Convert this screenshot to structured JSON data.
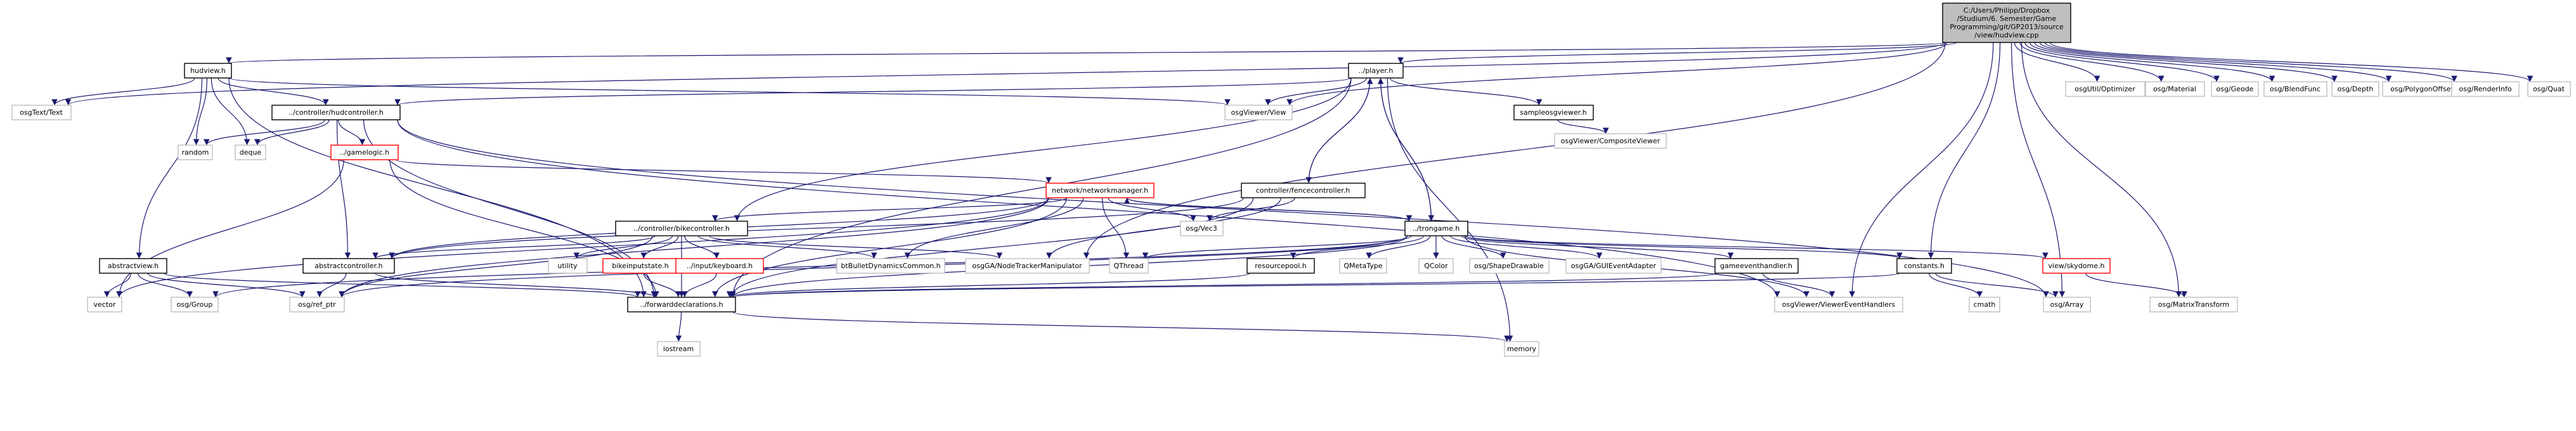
{
  "diagram": {
    "type": "include-dependency-graph",
    "nodes": [
      {
        "id": "root",
        "lines": [
          "C:/Users/Philipp/Dropbox",
          "/Studium/6. Semester/Game",
          "Programming/git/GP2013/source",
          "/view/hudview.cpp"
        ],
        "kind": "root"
      },
      {
        "id": "hudview_h",
        "lines": [
          "hudview.h"
        ],
        "kind": "local"
      },
      {
        "id": "player_h",
        "lines": [
          "../player.h"
        ],
        "kind": "local"
      },
      {
        "id": "osgText",
        "lines": [
          "osgText/Text"
        ],
        "kind": "sys"
      },
      {
        "id": "hudcontroller",
        "lines": [
          "../controller/hudcontroller.h"
        ],
        "kind": "local"
      },
      {
        "id": "osgViewer_View",
        "lines": [
          "osgViewer/View"
        ],
        "kind": "sys"
      },
      {
        "id": "sampleosgviewer",
        "lines": [
          "sampleosgviewer.h"
        ],
        "kind": "local"
      },
      {
        "id": "compositeviewer",
        "lines": [
          "osgViewer/CompositeViewer"
        ],
        "kind": "sys"
      },
      {
        "id": "random",
        "lines": [
          "random"
        ],
        "kind": "sys"
      },
      {
        "id": "deque",
        "lines": [
          "deque"
        ],
        "kind": "sys"
      },
      {
        "id": "gamelogic",
        "lines": [
          "../gamelogic.h"
        ],
        "kind": "trunc"
      },
      {
        "id": "networkmanager",
        "lines": [
          "network/networkmanager.h"
        ],
        "kind": "trunc"
      },
      {
        "id": "fencecontroller",
        "lines": [
          "controller/fencecontroller.h"
        ],
        "kind": "local"
      },
      {
        "id": "osgVec3",
        "lines": [
          "osg/Vec3"
        ],
        "kind": "sys"
      },
      {
        "id": "bikecontroller",
        "lines": [
          "../controller/bikecontroller.h"
        ],
        "kind": "local"
      },
      {
        "id": "trongame",
        "lines": [
          "../trongame.h"
        ],
        "kind": "local"
      },
      {
        "id": "utility",
        "lines": [
          "utility"
        ],
        "kind": "sys"
      },
      {
        "id": "bikeinputstate",
        "lines": [
          "bikeinputstate.h"
        ],
        "kind": "trunc"
      },
      {
        "id": "inputkeyboard",
        "lines": [
          "../input/keyboard.h"
        ],
        "kind": "trunc"
      },
      {
        "id": "btbullet",
        "lines": [
          "btBulletDynamicsCommon.h"
        ],
        "kind": "sys"
      },
      {
        "id": "nodetracker",
        "lines": [
          "osgGA/NodeTrackerManipulator"
        ],
        "kind": "sys"
      },
      {
        "id": "qthread",
        "lines": [
          "QThread"
        ],
        "kind": "sys"
      },
      {
        "id": "resourcepool",
        "lines": [
          "resourcepool.h"
        ],
        "kind": "local"
      },
      {
        "id": "qmetatype",
        "lines": [
          "QMetaType"
        ],
        "kind": "sys"
      },
      {
        "id": "qcolor",
        "lines": [
          "QColor"
        ],
        "kind": "sys"
      },
      {
        "id": "shapedrawable",
        "lines": [
          "osg/ShapeDrawable"
        ],
        "kind": "sys"
      },
      {
        "id": "guievent",
        "lines": [
          "osgGA/GUIEventAdapter"
        ],
        "kind": "sys"
      },
      {
        "id": "gameeventhandler",
        "lines": [
          "gameeventhandler.h"
        ],
        "kind": "local"
      },
      {
        "id": "constants",
        "lines": [
          "constants.h"
        ],
        "kind": "local"
      },
      {
        "id": "skydome",
        "lines": [
          "view/skydome.h"
        ],
        "kind": "trunc"
      },
      {
        "id": "abstractview",
        "lines": [
          "abstractview.h"
        ],
        "kind": "local"
      },
      {
        "id": "abstractcontroller",
        "lines": [
          "abstractcontroller.h"
        ],
        "kind": "local"
      },
      {
        "id": "vector",
        "lines": [
          "vector"
        ],
        "kind": "sys"
      },
      {
        "id": "osgGroup",
        "lines": [
          "osg/Group"
        ],
        "kind": "sys"
      },
      {
        "id": "osgref",
        "lines": [
          "osg/ref_ptr"
        ],
        "kind": "sys"
      },
      {
        "id": "fwddecl",
        "lines": [
          "../forwarddeclarations.h"
        ],
        "kind": "local"
      },
      {
        "id": "iostream",
        "lines": [
          "iostream"
        ],
        "kind": "sys"
      },
      {
        "id": "memory",
        "lines": [
          "memory"
        ],
        "kind": "sys"
      },
      {
        "id": "vieweventhandlers",
        "lines": [
          "osgViewer/ViewerEventHandlers"
        ],
        "kind": "sys"
      },
      {
        "id": "cmath",
        "lines": [
          "cmath"
        ],
        "kind": "sys"
      },
      {
        "id": "osgArray",
        "lines": [
          "osg/Array"
        ],
        "kind": "sys"
      },
      {
        "id": "matrixtransform",
        "lines": [
          "osg/MatrixTransform"
        ],
        "kind": "sys"
      },
      {
        "id": "optimizer",
        "lines": [
          "osgUtil/Optimizer"
        ],
        "kind": "sys"
      },
      {
        "id": "material",
        "lines": [
          "osg/Material"
        ],
        "kind": "sys"
      },
      {
        "id": "geode",
        "lines": [
          "osg/Geode"
        ],
        "kind": "sys"
      },
      {
        "id": "blendfunc",
        "lines": [
          "osg/BlendFunc"
        ],
        "kind": "sys"
      },
      {
        "id": "depth",
        "lines": [
          "osg/Depth"
        ],
        "kind": "sys"
      },
      {
        "id": "polygonoffset",
        "lines": [
          "osg/PolygonOffset"
        ],
        "kind": "sys"
      },
      {
        "id": "renderinfo",
        "lines": [
          "osg/RenderInfo"
        ],
        "kind": "sys"
      },
      {
        "id": "quat",
        "lines": [
          "osg/Quat"
        ],
        "kind": "sys"
      }
    ],
    "edges": [
      [
        "root",
        "hudview_h"
      ],
      [
        "root",
        "player_h"
      ],
      [
        "root",
        "osgText"
      ],
      [
        "root",
        "osgViewer_View"
      ],
      [
        "root",
        "constants"
      ],
      [
        "root",
        "vieweventhandlers"
      ],
      [
        "root",
        "osgArray"
      ],
      [
        "root",
        "matrixtransform"
      ],
      [
        "root",
        "nodetracker"
      ],
      [
        "root",
        "optimizer"
      ],
      [
        "root",
        "material"
      ],
      [
        "root",
        "geode"
      ],
      [
        "root",
        "blendfunc"
      ],
      [
        "root",
        "depth"
      ],
      [
        "root",
        "polygonoffset"
      ],
      [
        "root",
        "renderinfo"
      ],
      [
        "root",
        "quat"
      ],
      [
        "hudview_h",
        "osgText"
      ],
      [
        "hudview_h",
        "hudcontroller"
      ],
      [
        "hudview_h",
        "osgViewer_View"
      ],
      [
        "hudview_h",
        "random"
      ],
      [
        "hudview_h",
        "deque"
      ],
      [
        "hudview_h",
        "abstractview"
      ],
      [
        "hudview_h",
        "fwddecl"
      ],
      [
        "player_h",
        "hudcontroller"
      ],
      [
        "player_h",
        "osgViewer_View"
      ],
      [
        "player_h",
        "sampleosgviewer"
      ],
      [
        "player_h",
        "fencecontroller"
      ],
      [
        "player_h",
        "bikecontroller"
      ],
      [
        "player_h",
        "trongame"
      ],
      [
        "player_h",
        "fwddecl"
      ],
      [
        "player_h",
        "memory"
      ],
      [
        "sampleosgviewer",
        "compositeviewer"
      ],
      [
        "hudcontroller",
        "random"
      ],
      [
        "hudcontroller",
        "deque"
      ],
      [
        "hudcontroller",
        "gamelogic"
      ],
      [
        "hudcontroller",
        "abstractcontroller"
      ],
      [
        "hudcontroller",
        "fwddecl"
      ],
      [
        "hudcontroller",
        "osgArray"
      ],
      [
        "gamelogic",
        "networkmanager"
      ],
      [
        "gamelogic",
        "vector"
      ],
      [
        "gamelogic",
        "fwddecl"
      ],
      [
        "networkmanager",
        "osgVec3"
      ],
      [
        "networkmanager",
        "qthread"
      ],
      [
        "networkmanager",
        "btbullet"
      ],
      [
        "networkmanager",
        "trongame"
      ],
      [
        "networkmanager",
        "bikecontroller"
      ],
      [
        "networkmanager",
        "abstractcontroller"
      ],
      [
        "networkmanager",
        "fwddecl"
      ],
      [
        "networkmanager",
        "vector"
      ],
      [
        "networkmanager",
        "osgref"
      ],
      [
        "fencecontroller",
        "player_h"
      ],
      [
        "fencecontroller",
        "osgVec3"
      ],
      [
        "fencecontroller",
        "nodetracker"
      ],
      [
        "fencecontroller",
        "abstractcontroller"
      ],
      [
        "fencecontroller",
        "fwddecl"
      ],
      [
        "bikecontroller",
        "utility"
      ],
      [
        "bikecontroller",
        "bikeinputstate"
      ],
      [
        "bikecontroller",
        "inputkeyboard"
      ],
      [
        "bikecontroller",
        "btbullet"
      ],
      [
        "bikecontroller",
        "nodetracker"
      ],
      [
        "bikecontroller",
        "abstractcontroller"
      ],
      [
        "bikecontroller",
        "fwddecl"
      ],
      [
        "bikecontroller",
        "osgref"
      ],
      [
        "trongame",
        "networkmanager"
      ],
      [
        "trongame",
        "qthread"
      ],
      [
        "trongame",
        "resourcepool"
      ],
      [
        "trongame",
        "qmetatype"
      ],
      [
        "trongame",
        "qcolor"
      ],
      [
        "trongame",
        "shapedrawable"
      ],
      [
        "trongame",
        "guievent"
      ],
      [
        "trongame",
        "gameeventhandler"
      ],
      [
        "trongame",
        "constants"
      ],
      [
        "trongame",
        "skydome"
      ],
      [
        "trongame",
        "vieweventhandlers"
      ],
      [
        "trongame",
        "fwddecl"
      ],
      [
        "trongame",
        "osgref"
      ],
      [
        "trongame",
        "osgGroup"
      ],
      [
        "trongame",
        "player_h"
      ],
      [
        "resourcepool",
        "fwddecl"
      ],
      [
        "gameeventhandler",
        "fwddecl"
      ],
      [
        "gameeventhandler",
        "vieweventhandlers"
      ],
      [
        "constants",
        "cmath"
      ],
      [
        "constants",
        "osgArray"
      ],
      [
        "constants",
        "fwddecl"
      ],
      [
        "skydome",
        "matrixtransform"
      ],
      [
        "abstractview",
        "vector"
      ],
      [
        "abstractview",
        "osgGroup"
      ],
      [
        "abstractview",
        "osgref"
      ],
      [
        "abstractview",
        "fwddecl"
      ],
      [
        "abstractcontroller",
        "osgref"
      ],
      [
        "abstractcontroller",
        "fwddecl"
      ],
      [
        "bikeinputstate",
        "fwddecl"
      ],
      [
        "inputkeyboard",
        "fwddecl"
      ],
      [
        "fwddecl",
        "iostream"
      ],
      [
        "fwddecl",
        "memory"
      ],
      [
        "hudcontroller",
        "vieweventhandlers"
      ]
    ]
  }
}
